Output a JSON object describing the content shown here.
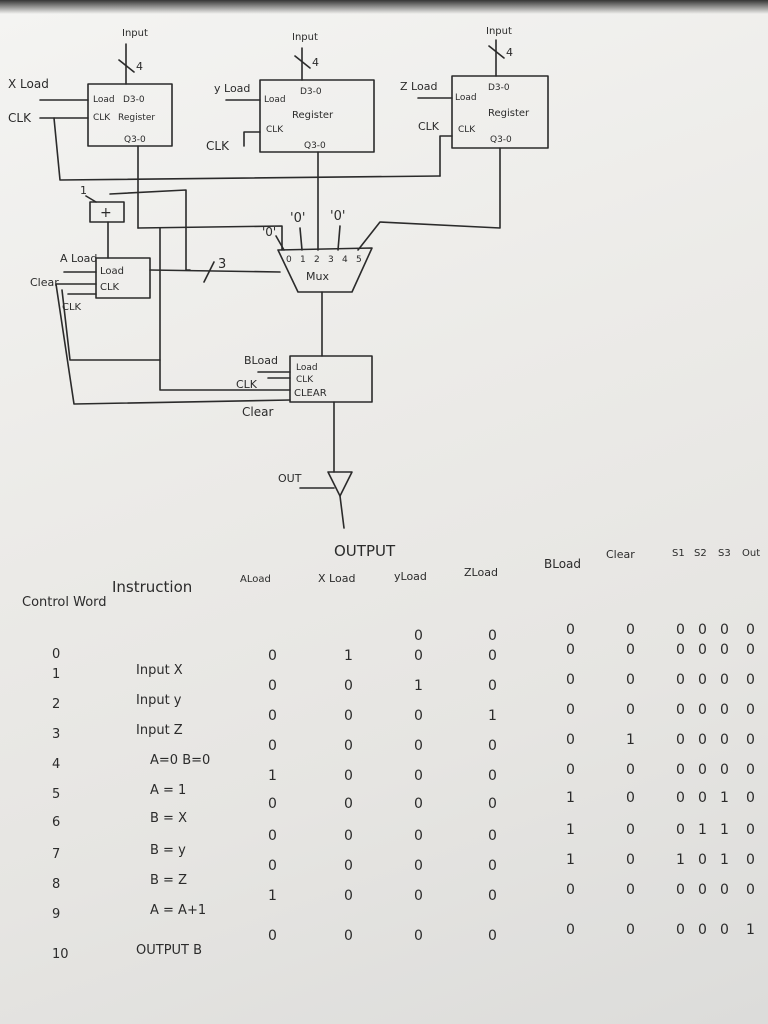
{
  "diagram": {
    "registers": {
      "x": {
        "input_label": "Input",
        "bus_width": "4",
        "load_signal": "X Load",
        "clk_signal": "CLK",
        "port_load": "Load",
        "port_data_in": "D3-0",
        "port_clk": "CLK",
        "title": "Register",
        "port_q": "Q3-0"
      },
      "y": {
        "input_label": "Input",
        "bus_width": "4",
        "load_signal": "y Load",
        "clk_signal": "CLK",
        "port_load": "Load",
        "port_data_in": "D3-0",
        "port_clk": "CLK",
        "title": "Register",
        "port_q": "Q3-0"
      },
      "z": {
        "input_label": "Input",
        "bus_width": "4",
        "load_signal": "Z Load",
        "clk_signal": "CLK",
        "port_load": "Load",
        "port_data_in": "D3-0",
        "port_clk": "CLK",
        "title": "Register",
        "port_q": "Q3-0"
      }
    },
    "adder": {
      "symbol": "+",
      "constant": "1"
    },
    "a_register": {
      "load_signal": "A Load",
      "clear_signal": "Clear",
      "clk_signal": "CLK",
      "port_load": "Load",
      "port_clk": "CLK"
    },
    "bus_width_b": "3",
    "mux": {
      "title": "Mux",
      "constants": [
        "'0'",
        "'0'",
        "'0'"
      ],
      "ports": [
        "0",
        "1",
        "2",
        "3",
        "4",
        "5"
      ]
    },
    "b_register": {
      "load_signal": "BLoad",
      "clk_signal": "CLK",
      "clear_signal": "Clear",
      "port_load": "Load",
      "port_clk": "CLK",
      "port_clear": "CLEAR"
    },
    "out_signal": "OUT",
    "output_label": "OUTPUT"
  },
  "table": {
    "headers": [
      "Control Word",
      "Instruction",
      "ALoad",
      "X Load",
      "yLoad",
      "ZLoad",
      "BLoad",
      "Clear",
      "S1",
      "S2",
      "S3",
      "Out"
    ],
    "rows": [
      {
        "word": "0",
        "instruction": "",
        "values": [
          "",
          "",
          "0",
          "0",
          "0",
          "0",
          "0",
          "0",
          "0",
          "0"
        ]
      },
      {
        "word": "1",
        "instruction": "Input X",
        "values": [
          "0",
          "1",
          "0",
          "0",
          "0",
          "0",
          "0",
          "0",
          "0",
          "0"
        ]
      },
      {
        "word": "2",
        "instruction": "Input y",
        "values": [
          "0",
          "0",
          "1",
          "0",
          "0",
          "0",
          "0",
          "0",
          "0",
          "0"
        ]
      },
      {
        "word": "3",
        "instruction": "Input Z",
        "values": [
          "0",
          "0",
          "0",
          "1",
          "0",
          "0",
          "0",
          "0",
          "0",
          "0"
        ]
      },
      {
        "word": "4",
        "instruction": "A=0 B=0",
        "values": [
          "0",
          "0",
          "0",
          "0",
          "0",
          "1",
          "0",
          "0",
          "0",
          "0"
        ]
      },
      {
        "word": "5",
        "instruction": "A = 1",
        "values": [
          "1",
          "0",
          "0",
          "0",
          "0",
          "0",
          "0",
          "0",
          "0",
          "0"
        ]
      },
      {
        "word": "6",
        "instruction": "B = X",
        "values": [
          "0",
          "0",
          "0",
          "0",
          "1",
          "0",
          "0",
          "0",
          "1",
          "0"
        ]
      },
      {
        "word": "7",
        "instruction": "B = y",
        "values": [
          "0",
          "0",
          "0",
          "0",
          "1",
          "0",
          "0",
          "1",
          "1",
          "0"
        ]
      },
      {
        "word": "8",
        "instruction": "B = Z",
        "values": [
          "0",
          "0",
          "0",
          "0",
          "1",
          "0",
          "1",
          "0",
          "1",
          "0"
        ]
      },
      {
        "word": "9",
        "instruction": "A = A+1",
        "values": [
          "1",
          "0",
          "0",
          "0",
          "0",
          "0",
          "0",
          "0",
          "0",
          "0"
        ]
      },
      {
        "word": "10",
        "instruction": "OUTPUT B",
        "values": [
          "0",
          "0",
          "0",
          "0",
          "0",
          "0",
          "0",
          "0",
          "0",
          "1"
        ]
      }
    ]
  }
}
